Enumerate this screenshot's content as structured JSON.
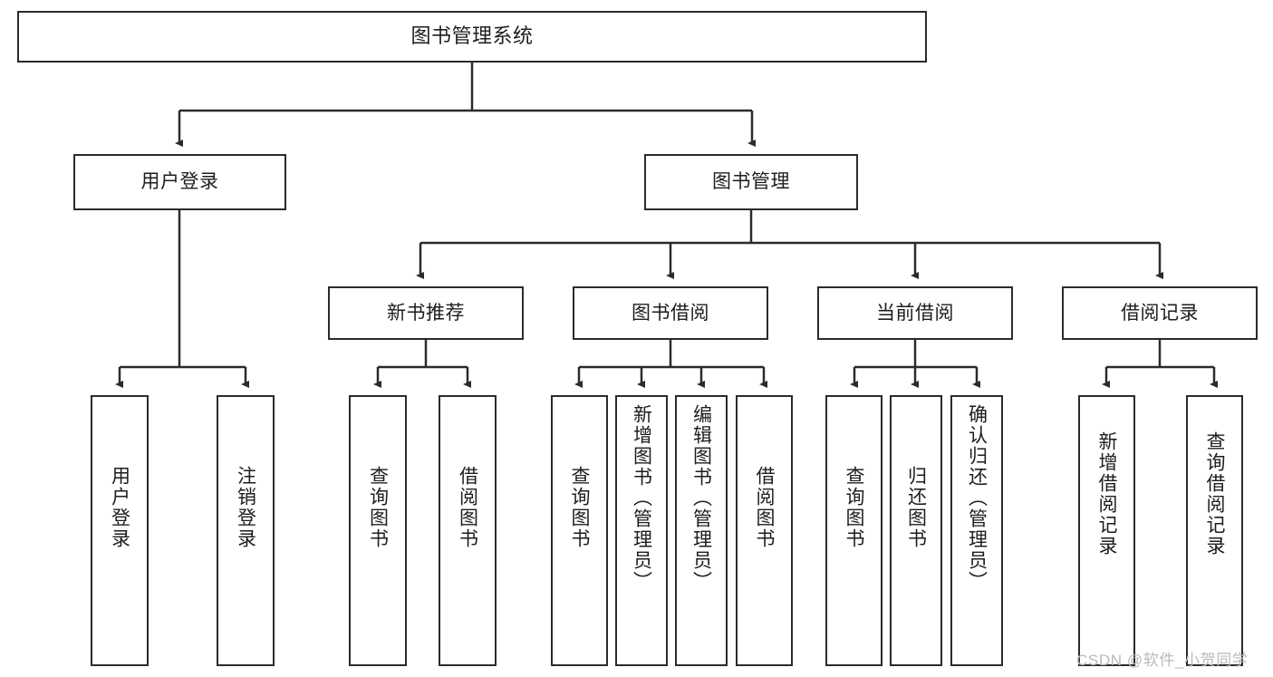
{
  "diagram": {
    "type": "tree",
    "title": "图书管理系统",
    "orientation": "top-down",
    "colors": {
      "node_border": "#2b2b2b",
      "node_fill": "#ffffff",
      "edge": "#2b2b2b",
      "text": "#1d1d1d",
      "watermark": "#b9b9b9",
      "background": "#ffffff"
    }
  },
  "watermark": {
    "text": "CSDN @软件_小贺同学"
  },
  "nodes": {
    "root": {
      "label": "图书管理系统"
    },
    "level2": [
      {
        "label": "用户登录"
      },
      {
        "label": "图书管理"
      }
    ],
    "level3": [
      {
        "label": "新书推荐"
      },
      {
        "label": "图书借阅"
      },
      {
        "label": "当前借阅"
      },
      {
        "label": "借阅记录"
      }
    ],
    "leaves": {
      "user_login": [
        {
          "label": "用户登录"
        },
        {
          "label": "注销登录"
        }
      ],
      "new_book_recommend": [
        {
          "label": "查询图书"
        },
        {
          "label": "借阅图书"
        }
      ],
      "book_borrow": [
        {
          "label": "查询图书"
        },
        {
          "label": "新增图书（管理员）"
        },
        {
          "label": "编辑图书（管理员）"
        },
        {
          "label": "借阅图书"
        }
      ],
      "current_borrow": [
        {
          "label": "查询图书"
        },
        {
          "label": "归还图书"
        },
        {
          "label": "确认归还（管理员）"
        }
      ],
      "borrow_record": [
        {
          "label": "新增借阅记录"
        },
        {
          "label": "查询借阅记录"
        }
      ]
    }
  }
}
